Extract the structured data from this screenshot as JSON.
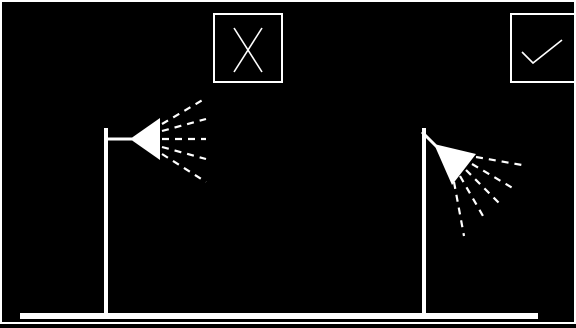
{
  "diagram": {
    "background_color": "#000000",
    "line_color": "#ffffff",
    "panels": [
      {
        "id": "incorrect",
        "badge_icon": "cross-icon",
        "meaning": "wrong",
        "nozzle_direction": "horizontal"
      },
      {
        "id": "correct",
        "badge_icon": "checkmark-icon",
        "meaning": "right",
        "nozzle_direction": "angled-downward"
      }
    ]
  }
}
